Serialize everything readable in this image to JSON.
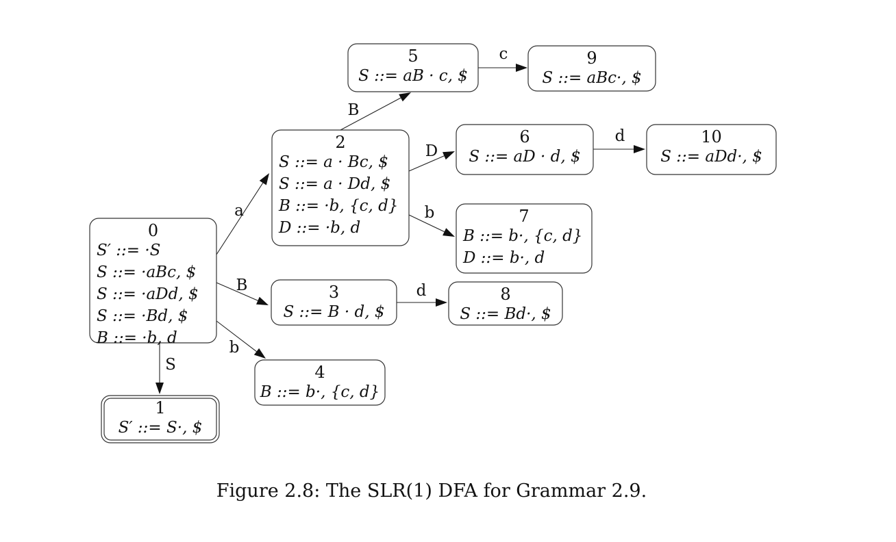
{
  "figure": {
    "caption": "Figure 2.8: The SLR(1) DFA for Grammar 2.9.",
    "type": "SLR(1) DFA"
  },
  "states": [
    {
      "id": "0",
      "accepting": false,
      "items": [
        "S′ ::= ·S",
        "S ::= ·aBc, $",
        "S ::= ·aDd, $",
        "S ::= ·Bd, $",
        "B ::= ·b, d"
      ]
    },
    {
      "id": "1",
      "accepting": true,
      "items": [
        "S′ ::= S·, $"
      ]
    },
    {
      "id": "2",
      "accepting": false,
      "items": [
        "S ::= a · Bc, $",
        "S ::= a · Dd, $",
        "B ::= ·b, {c, d}",
        "D ::= ·b, d"
      ]
    },
    {
      "id": "3",
      "accepting": false,
      "items": [
        "S ::= B · d, $"
      ]
    },
    {
      "id": "4",
      "accepting": false,
      "items": [
        "B ::= b·, {c, d}"
      ]
    },
    {
      "id": "5",
      "accepting": false,
      "items": [
        "S ::= aB · c, $"
      ]
    },
    {
      "id": "6",
      "accepting": false,
      "items": [
        "S ::= aD · d, $"
      ]
    },
    {
      "id": "7",
      "accepting": false,
      "items": [
        "B ::= b·, {c, d}",
        "D ::= b·, d"
      ]
    },
    {
      "id": "8",
      "accepting": false,
      "items": [
        "S ::= Bd·, $"
      ]
    },
    {
      "id": "9",
      "accepting": false,
      "items": [
        "S ::= aBc·, $"
      ]
    },
    {
      "id": "10",
      "accepting": false,
      "items": [
        "S ::= aDd·, $"
      ]
    }
  ],
  "transitions": [
    {
      "from": "0",
      "to": "2",
      "label": "a"
    },
    {
      "from": "0",
      "to": "3",
      "label": "B"
    },
    {
      "from": "0",
      "to": "4",
      "label": "b"
    },
    {
      "from": "0",
      "to": "1",
      "label": "S"
    },
    {
      "from": "2",
      "to": "5",
      "label": "B"
    },
    {
      "from": "2",
      "to": "6",
      "label": "D"
    },
    {
      "from": "2",
      "to": "7",
      "label": "b"
    },
    {
      "from": "5",
      "to": "9",
      "label": "c"
    },
    {
      "from": "6",
      "to": "10",
      "label": "d"
    },
    {
      "from": "3",
      "to": "8",
      "label": "d"
    }
  ]
}
